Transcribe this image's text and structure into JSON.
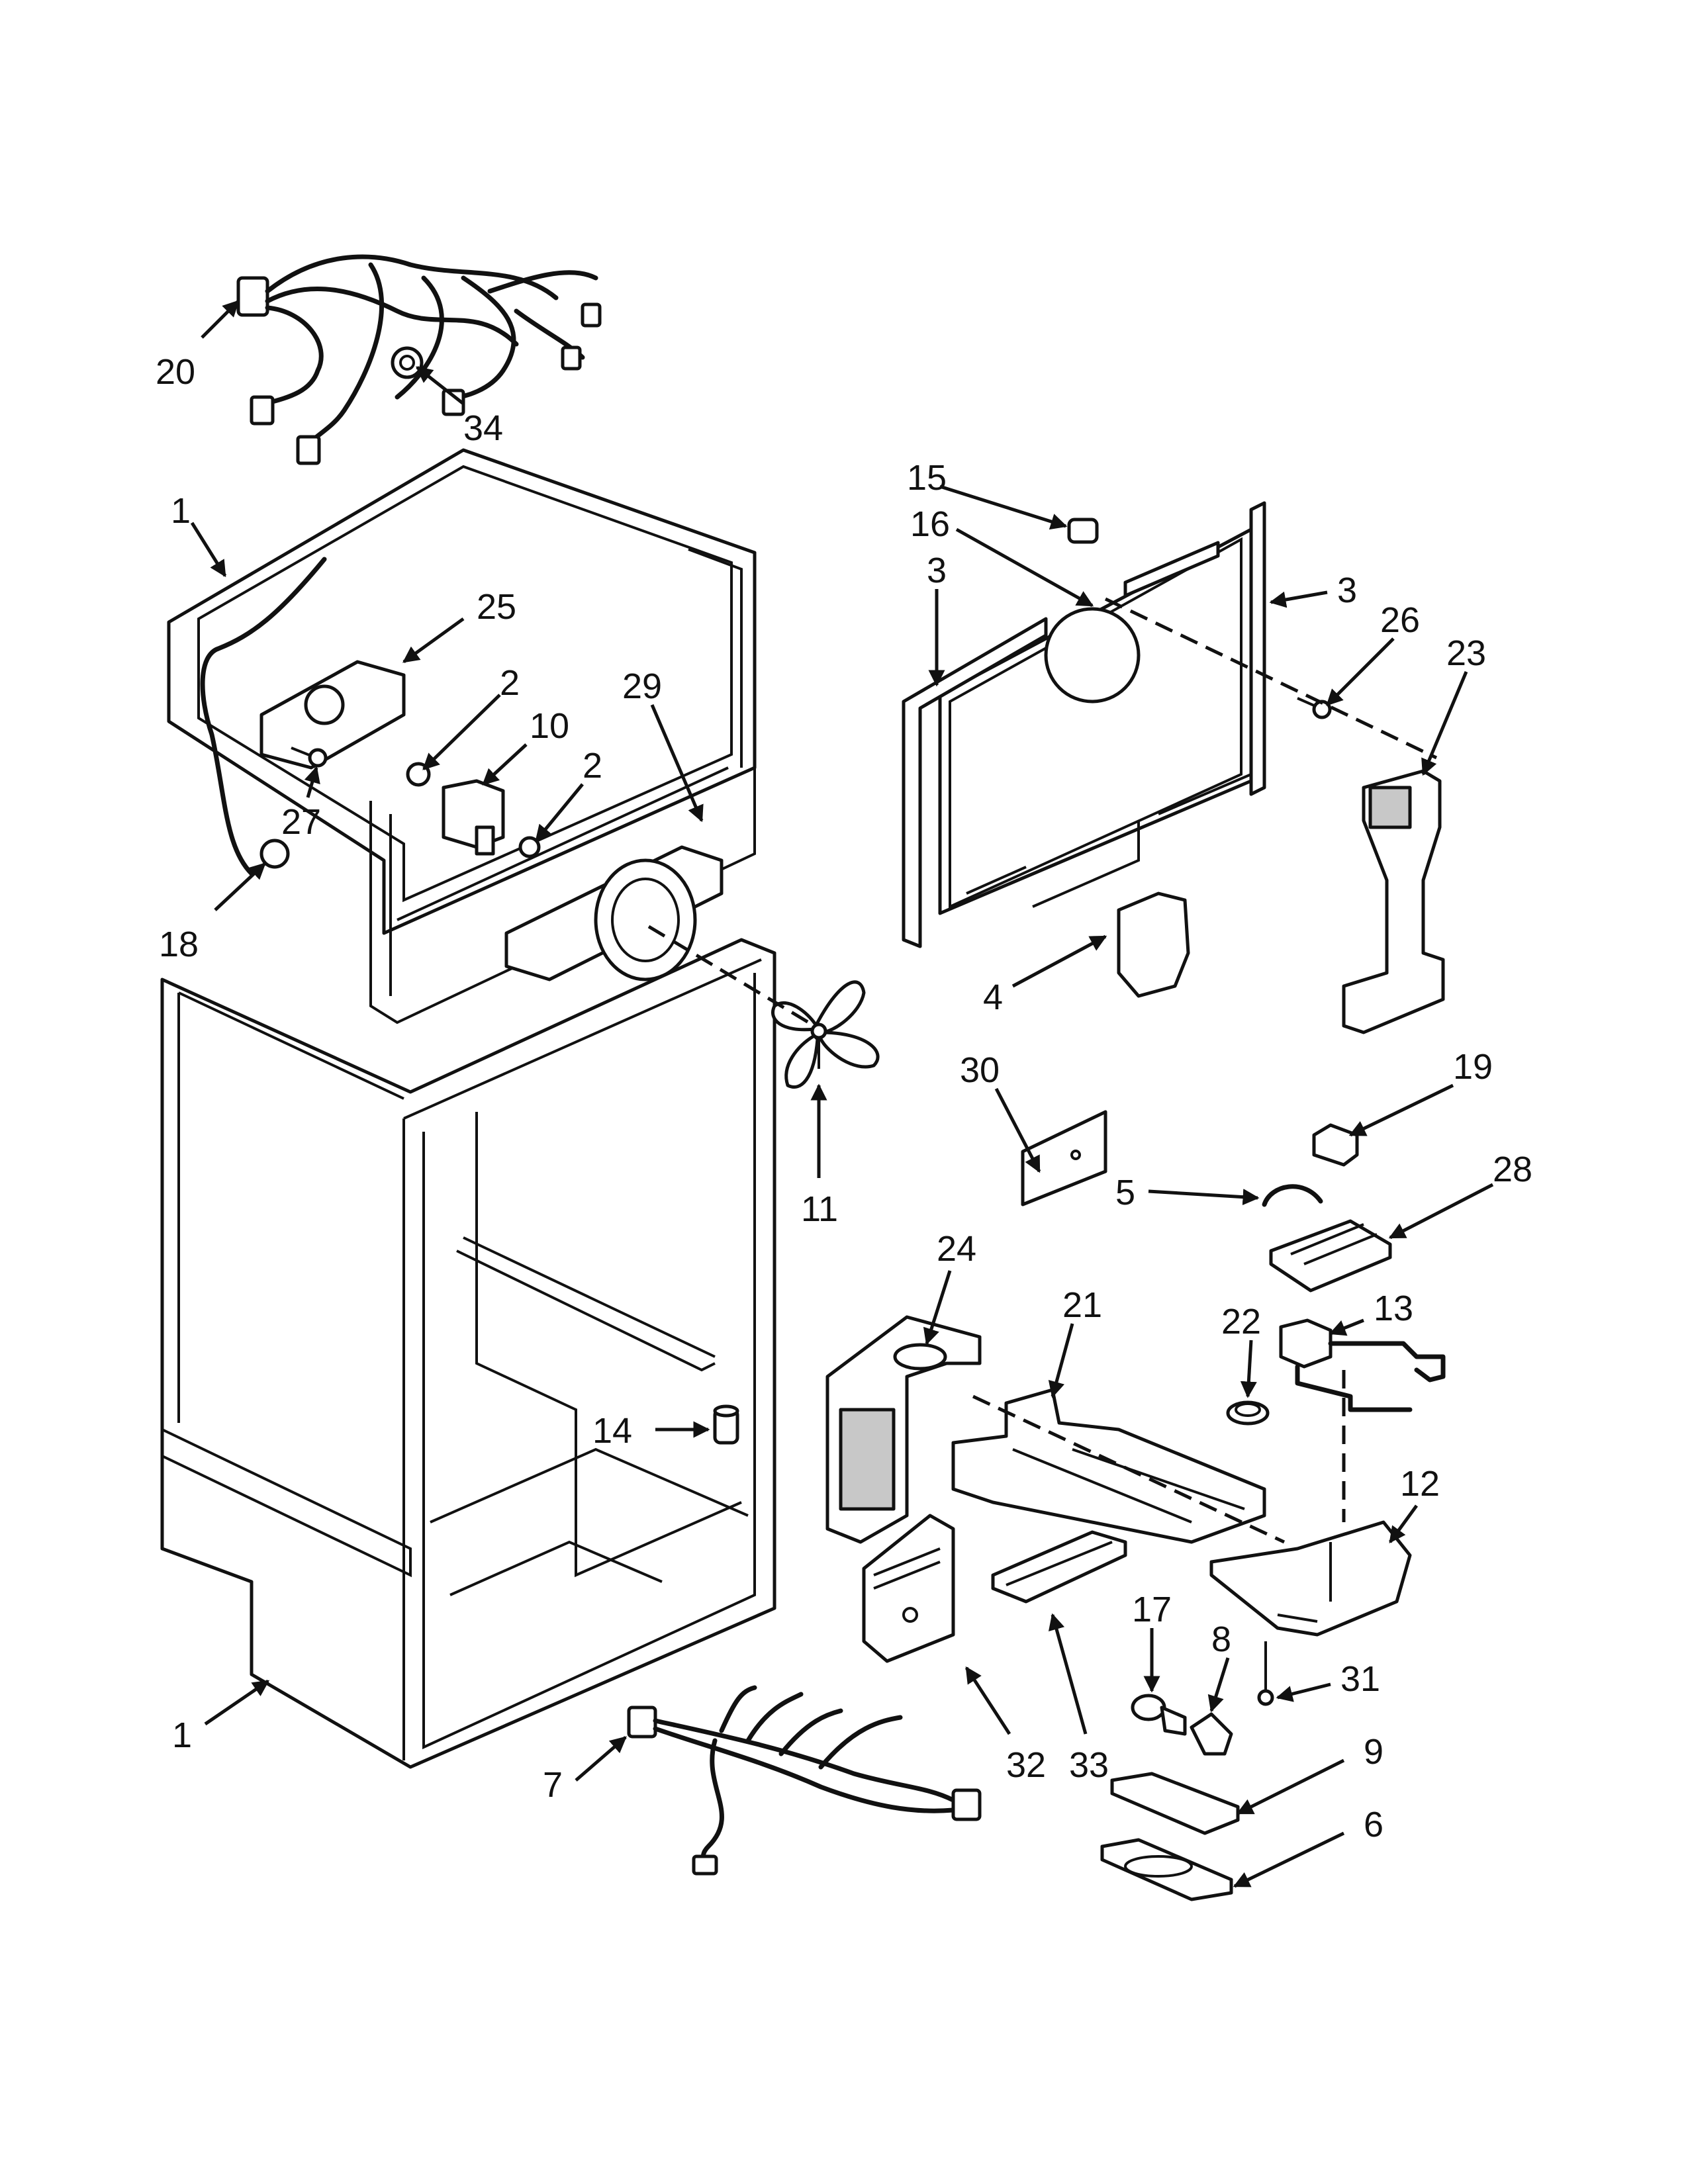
{
  "colors": {
    "line": "#111111",
    "shade": "#c8c8c8",
    "background": "#ffffff"
  },
  "callouts": [
    {
      "id": "c20",
      "label": "20"
    },
    {
      "id": "c34",
      "label": "34"
    },
    {
      "id": "c1a",
      "label": "1"
    },
    {
      "id": "c25",
      "label": "25"
    },
    {
      "id": "c2a",
      "label": "2"
    },
    {
      "id": "c10",
      "label": "10"
    },
    {
      "id": "c2b",
      "label": "2"
    },
    {
      "id": "c29",
      "label": "29"
    },
    {
      "id": "c27",
      "label": "27"
    },
    {
      "id": "c18",
      "label": "18"
    },
    {
      "id": "c15",
      "label": "15"
    },
    {
      "id": "c16",
      "label": "16"
    },
    {
      "id": "c3a",
      "label": "3"
    },
    {
      "id": "c3b",
      "label": "3"
    },
    {
      "id": "c26",
      "label": "26"
    },
    {
      "id": "c23",
      "label": "23"
    },
    {
      "id": "c4",
      "label": "4"
    },
    {
      "id": "c30",
      "label": "30"
    },
    {
      "id": "c11",
      "label": "11"
    },
    {
      "id": "c19",
      "label": "19"
    },
    {
      "id": "c5",
      "label": "5"
    },
    {
      "id": "c28",
      "label": "28"
    },
    {
      "id": "c24",
      "label": "24"
    },
    {
      "id": "c21",
      "label": "21"
    },
    {
      "id": "c22",
      "label": "22"
    },
    {
      "id": "c13",
      "label": "13"
    },
    {
      "id": "c14",
      "label": "14"
    },
    {
      "id": "c12",
      "label": "12"
    },
    {
      "id": "c17",
      "label": "17"
    },
    {
      "id": "c8",
      "label": "8"
    },
    {
      "id": "c31",
      "label": "31"
    },
    {
      "id": "c32",
      "label": "32"
    },
    {
      "id": "c33",
      "label": "33"
    },
    {
      "id": "c1b",
      "label": "1"
    },
    {
      "id": "c7",
      "label": "7"
    },
    {
      "id": "c9",
      "label": "9"
    },
    {
      "id": "c6",
      "label": "6"
    }
  ]
}
